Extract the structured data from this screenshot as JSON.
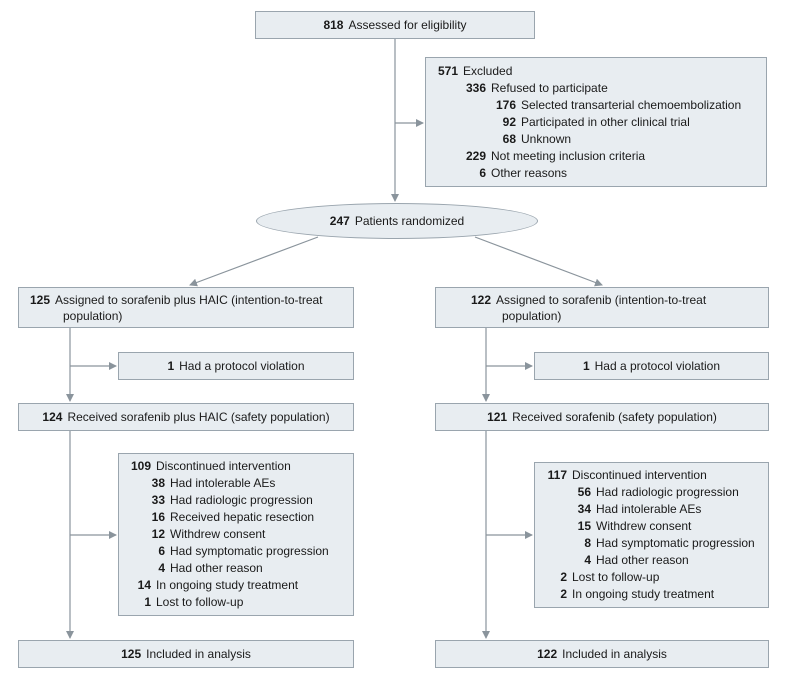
{
  "assessed": {
    "n": "818",
    "text": "Assessed for eligibility"
  },
  "excluded": {
    "items": [
      {
        "n": "571",
        "text": "Excluded",
        "level": 0
      },
      {
        "n": "336",
        "text": "Refused to participate",
        "level": 1
      },
      {
        "n": "176",
        "text": "Selected transarterial chemoembolization",
        "level": 2
      },
      {
        "n": "92",
        "text": "Participated in other clinical trial",
        "level": 2
      },
      {
        "n": "68",
        "text": "Unknown",
        "level": 2
      },
      {
        "n": "229",
        "text": "Not meeting inclusion criteria",
        "level": 1
      },
      {
        "n": "6",
        "text": "Other reasons",
        "level": 1
      }
    ]
  },
  "randomized": {
    "n": "247",
    "text": "Patients randomized"
  },
  "left": {
    "assigned": {
      "n": "125",
      "line1": "Assigned to sorafenib plus HAIC (intention-to-treat",
      "line2": "population)"
    },
    "violation": {
      "n": "1",
      "text": "Had a protocol violation"
    },
    "received": {
      "n": "124",
      "text": "Received sorafenib plus HAIC (safety population)"
    },
    "discontinued": [
      {
        "n": "109",
        "text": "Discontinued intervention",
        "level": 0
      },
      {
        "n": "38",
        "text": "Had intolerable AEs",
        "level": 1
      },
      {
        "n": "33",
        "text": "Had radiologic progression",
        "level": 1
      },
      {
        "n": "16",
        "text": "Received hepatic resection",
        "level": 1
      },
      {
        "n": "12",
        "text": "Withdrew consent",
        "level": 1
      },
      {
        "n": "6",
        "text": "Had symptomatic progression",
        "level": 1
      },
      {
        "n": "4",
        "text": "Had other reason",
        "level": 1
      },
      {
        "n": "14",
        "text": "In ongoing study treatment",
        "level": 0
      },
      {
        "n": "1",
        "text": "Lost to follow-up",
        "level": 0
      }
    ],
    "analysis": {
      "n": "125",
      "text": "Included in analysis"
    }
  },
  "right": {
    "assigned": {
      "n": "122",
      "line1": "Assigned to sorafenib (intention-to-treat",
      "line2": "population)"
    },
    "violation": {
      "n": "1",
      "text": "Had a protocol violation"
    },
    "received": {
      "n": "121",
      "text": "Received sorafenib (safety population)"
    },
    "discontinued": [
      {
        "n": "117",
        "text": "Discontinued intervention",
        "level": 0
      },
      {
        "n": "56",
        "text": "Had radiologic progression",
        "level": 1
      },
      {
        "n": "34",
        "text": "Had intolerable AEs",
        "level": 1
      },
      {
        "n": "15",
        "text": "Withdrew consent",
        "level": 1
      },
      {
        "n": "8",
        "text": "Had symptomatic progression",
        "level": 1
      },
      {
        "n": "4",
        "text": "Had other reason",
        "level": 1
      },
      {
        "n": "2",
        "text": "Lost to follow-up",
        "level": 0
      },
      {
        "n": "2",
        "text": "In ongoing study treatment",
        "level": 0
      }
    ],
    "analysis": {
      "n": "122",
      "text": "Included in analysis"
    }
  }
}
